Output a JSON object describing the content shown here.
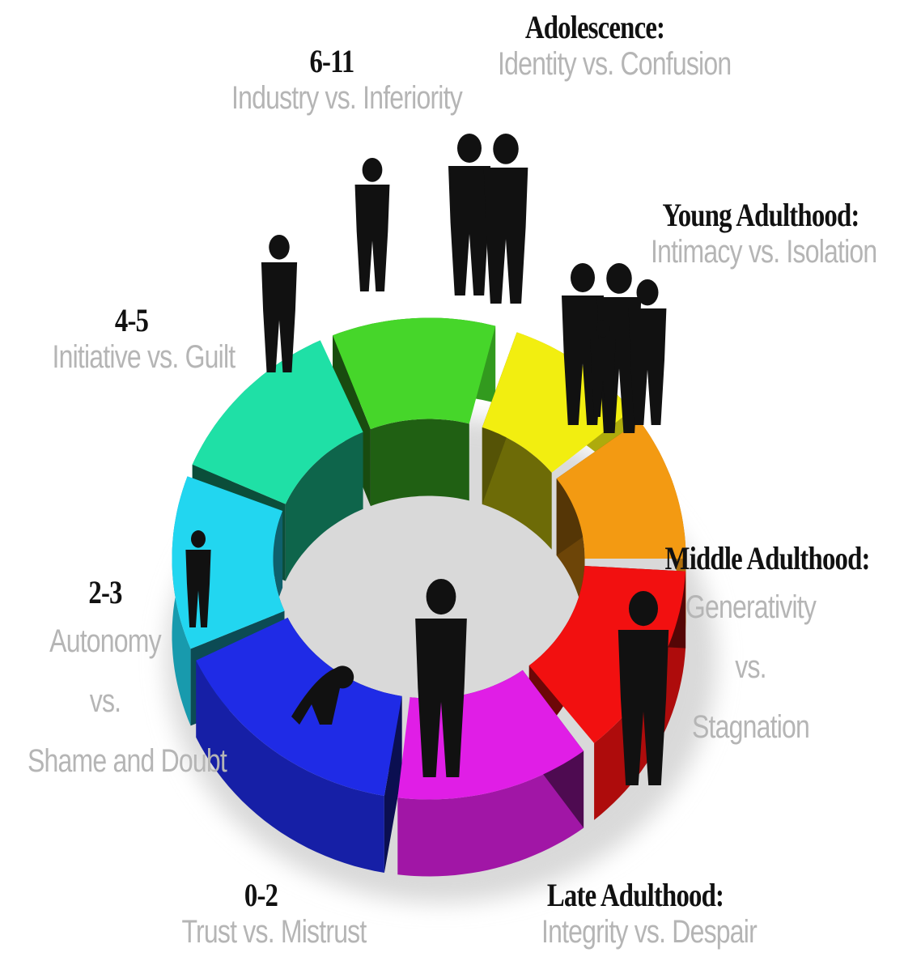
{
  "stages": [
    {
      "id": "0-2",
      "title": "0-2",
      "subtitle": "Trust vs. Mistrust",
      "color": "#1f2be6",
      "figure": "crawling-baby-figure"
    },
    {
      "id": "2-3",
      "title": "2-3",
      "subtitle_lines": [
        "Autonomy",
        "vs.",
        "Shame and Doubt"
      ],
      "color": "#22d6f0",
      "figure": "toddler-figure"
    },
    {
      "id": "4-5",
      "title": "4-5",
      "subtitle": "Initiative vs. Guilt",
      "color": "#1fe0a6",
      "figure": "child-with-stick-figure"
    },
    {
      "id": "6-11",
      "title": "6-11",
      "subtitle": "Industry vs. Inferiority",
      "color": "#46d62a",
      "figure": "child-with-ball-figure"
    },
    {
      "id": "adolescence",
      "title": "Adolescence:",
      "subtitle": "Identity vs. Confusion",
      "color": "#f2ee10",
      "figure": "teen-couple-figure"
    },
    {
      "id": "young-adulthood",
      "title": "Young Adulthood:",
      "subtitle": "Intimacy vs. Isolation",
      "color": "#f39a12",
      "figure": "family-figure"
    },
    {
      "id": "middle-adulthood",
      "title": "Middle Adulthood:",
      "subtitle_lines": [
        "Generativity",
        "vs.",
        "Stagnation"
      ],
      "color": "#f21010",
      "figure": "businessman-figure"
    },
    {
      "id": "late-adulthood",
      "title": "Late Adulthood:",
      "subtitle": "Integrity vs. Despair",
      "color": "#e01ee6",
      "figure": "elder-with-cane-figure"
    }
  ]
}
